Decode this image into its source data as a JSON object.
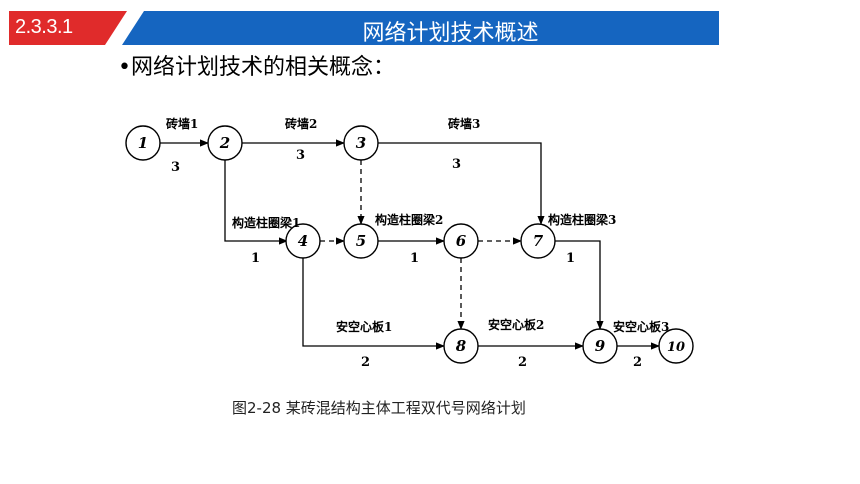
{
  "header": {
    "section_number": "2.3.3.1",
    "title": "网络计划技术概述",
    "number_bg": "#e02b2b",
    "title_bg": "#1565c0"
  },
  "bullet": "•网络计划技术的相关概念：",
  "diagram": {
    "nodes": [
      "1",
      "2",
      "3",
      "4",
      "5",
      "6",
      "7",
      "8",
      "9",
      "10"
    ],
    "activities": [
      {
        "name": "砖墙1",
        "duration": "3"
      },
      {
        "name": "砖墙2",
        "duration": "3"
      },
      {
        "name": "砖墙3",
        "duration": "3"
      },
      {
        "name": "构造柱圈梁1",
        "duration": "1"
      },
      {
        "name": "构造柱圈梁2",
        "duration": "1"
      },
      {
        "name": "构造柱圈梁3",
        "duration": "1"
      },
      {
        "name": "安空心板1",
        "duration": "2"
      },
      {
        "name": "安空心板2",
        "duration": "2"
      },
      {
        "name": "安空心板3",
        "duration": "2"
      }
    ]
  },
  "caption": "图2-28  某砖混结构主体工程双代号网络计划"
}
